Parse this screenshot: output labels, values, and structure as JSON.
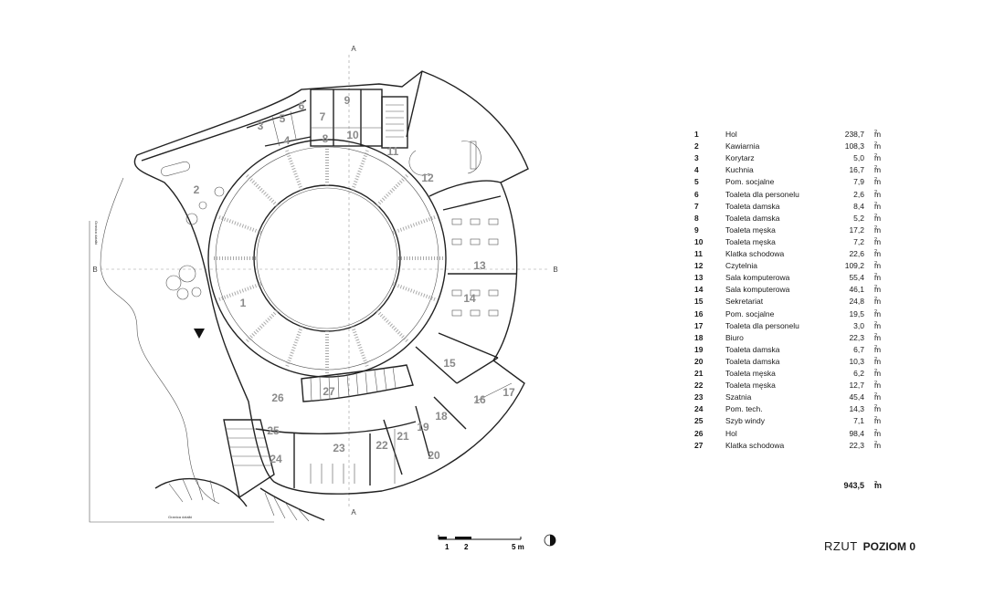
{
  "rooms": [
    {
      "num": "1",
      "name": "Hol",
      "area": "238,7"
    },
    {
      "num": "2",
      "name": "Kawiarnia",
      "area": "108,3"
    },
    {
      "num": "3",
      "name": "Korytarz",
      "area": "5,0"
    },
    {
      "num": "4",
      "name": "Kuchnia",
      "area": "16,7"
    },
    {
      "num": "5",
      "name": "Pom. socjalne",
      "area": "7,9"
    },
    {
      "num": "6",
      "name": "Toaleta dla personelu",
      "area": "2,6"
    },
    {
      "num": "7",
      "name": "Toaleta damska",
      "area": "8,4"
    },
    {
      "num": "8",
      "name": "Toaleta damska",
      "area": "5,2"
    },
    {
      "num": "9",
      "name": "Toaleta męska",
      "area": "17,2"
    },
    {
      "num": "10",
      "name": "Toaleta męska",
      "area": "7,2"
    },
    {
      "num": "11",
      "name": "Klatka schodowa",
      "area": "22,6"
    },
    {
      "num": "12",
      "name": "Czytelnia",
      "area": "109,2"
    },
    {
      "num": "13",
      "name": "Sala komputerowa",
      "area": "55,4"
    },
    {
      "num": "14",
      "name": "Sala komputerowa",
      "area": "46,1"
    },
    {
      "num": "15",
      "name": "Sekretariat",
      "area": "24,8"
    },
    {
      "num": "16",
      "name": "Pom. socjalne",
      "area": "19,5"
    },
    {
      "num": "17",
      "name": "Toaleta dla personelu",
      "area": "3,0"
    },
    {
      "num": "18",
      "name": "Biuro",
      "area": "22,3"
    },
    {
      "num": "19",
      "name": "Toaleta damska",
      "area": "6,7"
    },
    {
      "num": "20",
      "name": "Toaleta damska",
      "area": "10,3"
    },
    {
      "num": "21",
      "name": "Toaleta męska",
      "area": "6,2"
    },
    {
      "num": "22",
      "name": "Toaleta męska",
      "area": "12,7"
    },
    {
      "num": "23",
      "name": "Szatnia",
      "area": "45,4"
    },
    {
      "num": "24",
      "name": "Pom. tech.",
      "area": "14,3"
    },
    {
      "num": "25",
      "name": "Szyb windy",
      "area": "7,1"
    },
    {
      "num": "26",
      "name": "Hol",
      "area": "98,4"
    },
    {
      "num": "27",
      "name": "Klatka schodowa",
      "area": "22,3"
    }
  ],
  "unit": "m",
  "unit_sup": "2",
  "total": "943,5",
  "title": {
    "prefix": "RZUT",
    "level": "POZIOM 0"
  },
  "scale": {
    "labels": [
      "1",
      "2",
      "5 m"
    ]
  },
  "section_marks": {
    "a": "A",
    "b": "B"
  },
  "plot_label": "Granica działki"
}
